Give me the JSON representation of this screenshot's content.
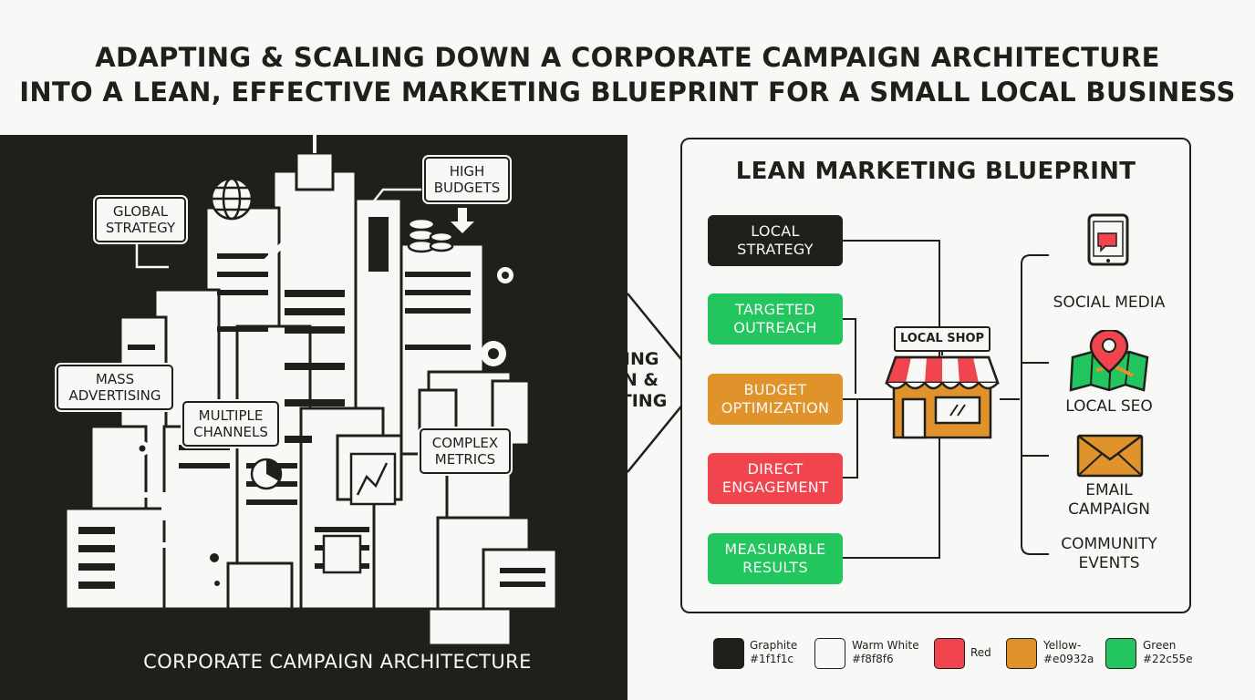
{
  "title": {
    "line1": "ADAPTING & SCALING DOWN A CORPORATE CAMPAIGN ARCHITECTURE",
    "line2": "INTO A LEAN, EFFECTIVE MARKETING BLUEPRINT FOR A SMALL LOCAL BUSINESS"
  },
  "corporate": {
    "label": "CORPORATE CAMPAIGN ARCHITECTURE",
    "callouts": {
      "global_strategy": "GLOBAL STRATEGY",
      "high_budgets": "HIGH BUDGETS",
      "mass_advertising": "MASS ADVERTISING",
      "multiple_channels": "MULTIPLE CHANNELS",
      "complex_metrics": "COMPLEX METRICS"
    }
  },
  "transition": {
    "line1": "SCALING",
    "line2": "DOWN &",
    "line3": "ADAPTING"
  },
  "blueprint": {
    "title": "LEAN MARKETING BLUEPRINT",
    "steps": [
      {
        "line1": "LOCAL",
        "line2": "STRATEGY",
        "color": "#1f1f1c"
      },
      {
        "line1": "TARGETED",
        "line2": "OUTREACH",
        "color": "#22c55e"
      },
      {
        "line1": "BUDGET",
        "line2": "OPTIMIZATION",
        "color": "#e0932a"
      },
      {
        "line1": "DIRECT",
        "line2": "ENGAGEMENT",
        "color": "#f0454f"
      },
      {
        "line1": "MEASURABLE",
        "line2": "RESULTS",
        "color": "#22c55e"
      }
    ],
    "shop_sign": "LOCAL SHOP",
    "channels": [
      {
        "line1": "SOCIAL MEDIA",
        "line2": "",
        "icon": "smartphone-icon"
      },
      {
        "line1": "LOCAL SEO",
        "line2": "",
        "icon": "map-pin-icon"
      },
      {
        "line1": "EMAIL",
        "line2": "CAMPAIGN",
        "icon": "envelope-icon"
      },
      {
        "line1": "COMMUNITY",
        "line2": "EVENTS",
        "icon": ""
      }
    ]
  },
  "palette": [
    {
      "name": "Graphite",
      "code": "#1f1f1c",
      "color": "#1f1f1c"
    },
    {
      "name": "Warm White",
      "code": "#f8f8f6",
      "color": "#f8f8f6"
    },
    {
      "name": "Red",
      "code": "",
      "color": "#f0454f"
    },
    {
      "name": "Yellow-",
      "code": "#e0932a",
      "color": "#e0932a"
    },
    {
      "name": "Green",
      "code": "#22c55e",
      "color": "#22c55e"
    }
  ]
}
